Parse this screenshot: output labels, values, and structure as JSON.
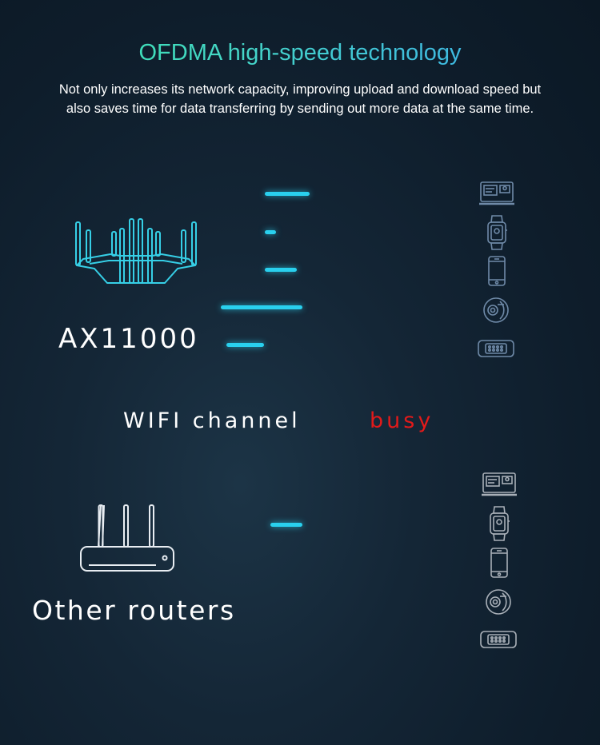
{
  "header": {
    "title": "OFDMA high-speed technology",
    "description": "Not only increases its network capacity, improving upload and download speed but also saves time for data transferring by sending out more data at the same time."
  },
  "ax_router": {
    "label": "AX11000"
  },
  "channel": {
    "label": "WIFI channel",
    "status": "busy"
  },
  "other_router": {
    "label": "Other routers"
  },
  "colors": {
    "accent": "#29d0ee",
    "busy": "#e21a1a",
    "title_start": "#36e6a4",
    "title_end": "#3aa8f0"
  },
  "icons": {
    "ax_router": "tri-band-router-icon",
    "other_router": "router-icon",
    "devices": [
      "laptop-icon",
      "smartwatch-icon",
      "smartphone-icon",
      "security-camera-icon",
      "game-console-icon"
    ]
  }
}
